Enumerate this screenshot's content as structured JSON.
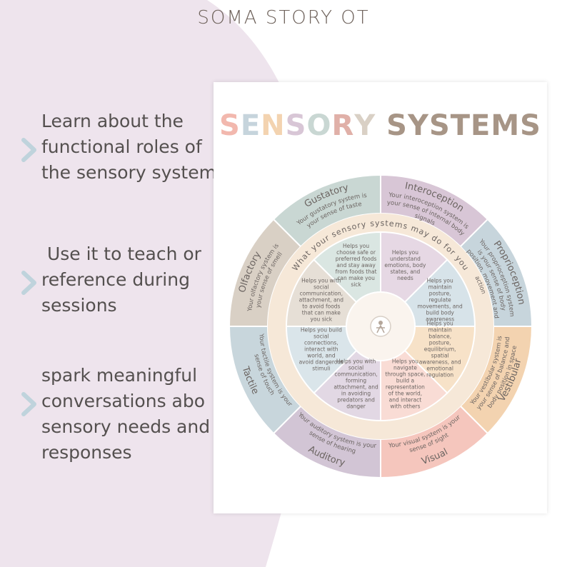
{
  "brand": "SOMA STORY OT",
  "features": [
    {
      "lines": [
        "Learn about the",
        "functional roles of",
        "the sensory systems"
      ]
    },
    {
      "lines": [
        " Use it to teach or",
        "reference during",
        "sessions"
      ]
    },
    {
      "lines": [
        "spark meaningful",
        "conversations abo",
        "sensory needs and",
        "responses"
      ]
    }
  ],
  "poster": {
    "title_letters": [
      "S",
      "E",
      "N",
      "S",
      "O",
      "R",
      "Y"
    ],
    "title_second": "SYSTEMS",
    "ring_label": "What your sensory systems may do for you",
    "systems": [
      {
        "name": "Interoception",
        "definition": "Your interoception system is your sense of internal body signals",
        "role": "Helps you understand emotions, body states, and needs",
        "color": "#d8c6d6",
        "inner": "#e6d8e4"
      },
      {
        "name": "Proprioception",
        "definition": "Your proprioception system is your sense of body position, movement and action",
        "role": "Helps you maintain posture, regulate movements, and build body awareness",
        "color": "#c7d5dc",
        "inner": "#d7e3e9"
      },
      {
        "name": "Vestibular",
        "definition": "Your vestibular system is your sense of balance and body position in space",
        "role": "Helps you maintain balance, posture, equilibrium, spatial awareness, and emotional regulation",
        "color": "#f3d3b0",
        "inner": "#f7e2c8"
      },
      {
        "name": "Visual",
        "definition": "Your visual system is your sense of sight",
        "role": "Helps you navigate through space, build a representation of the world, and interact with others",
        "color": "#f5c6bd",
        "inner": "#f9dcd5"
      },
      {
        "name": "Auditory",
        "definition": "Your auditory system is your sense of hearing",
        "role": "Helps you with social communication, forming attachment, and in avoiding predators and danger",
        "color": "#d2c5d5",
        "inner": "#e2d8e4"
      },
      {
        "name": "Tactile",
        "definition": "Your tactile system is your sense of touch",
        "role": "Helps you build social connections, interact with world, and avoid dangerous stimuli",
        "color": "#c8d6dc",
        "inner": "#dae5ea"
      },
      {
        "name": "Olfactory",
        "definition": "Your olfactory system is your sense of smell",
        "role": "Helps you with social communication, attachment, and to avoid foods that can make you sick",
        "color": "#d9d0c5",
        "inner": "#e6dfd6"
      },
      {
        "name": "Gustatory",
        "definition": "Your gustatory system is your sense of taste",
        "role": "Helps you choose safe or preferred foods and stay away from foods that can make you sick",
        "color": "#c9d7d3",
        "inner": "#dae6e2"
      }
    ],
    "colors": {
      "title": [
        "#f2b8ae",
        "#c6d4dc",
        "#f3d3b0",
        "#d8c6d6",
        "#c9d7d3",
        "#e0b0a8",
        "#d9d0c5"
      ],
      "title_second": "#a79586",
      "ring": "#f6e8d8",
      "text": "#6b6461"
    }
  },
  "colors": {
    "blob": "#eee4ed",
    "chevron": "#bfd3dc"
  }
}
